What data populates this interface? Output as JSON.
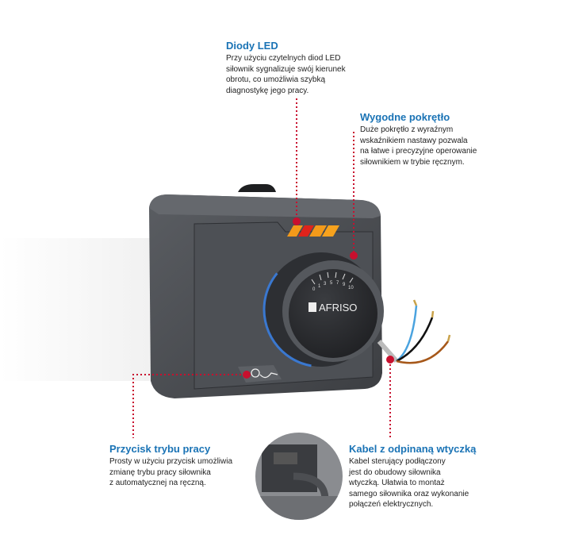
{
  "callouts": {
    "leds": {
      "title": "Diody LED",
      "lines": [
        "Przy użyciu czytelnych diod LED",
        "siłownik sygnalizuje swój kierunek",
        "obrotu, co umożliwia szybką",
        "diagnostykę jego pracy."
      ]
    },
    "knob": {
      "title": "Wygodne pokrętło",
      "lines": [
        "Duże pokrętło z wyraźnym",
        "wskaźnikiem nastawy pozwala",
        "na łatwe i precyzyjne operowanie",
        "siłownikiem w trybie ręcznym."
      ]
    },
    "mode_button": {
      "title": "Przycisk trybu pracy",
      "lines": [
        "Prosty w użyciu przycisk umożliwia",
        "zmianę trybu pracy siłownika",
        "z automatycznej na ręczną."
      ]
    },
    "cable": {
      "title": "Kabel z odpinaną wtyczką",
      "lines": [
        "Kabel sterujący podłączony",
        "jest do obudowy siłownika",
        "wtyczką. Ułatwia to montaż",
        "samego siłownika oraz wykonanie",
        "połączeń elektrycznych."
      ]
    }
  },
  "device": {
    "brand": "AFRISO",
    "dial_scale": [
      "0",
      "1",
      "3",
      "5",
      "7",
      "9",
      "10"
    ]
  },
  "colors": {
    "title": "#1a73b5",
    "marker": "#c8102e",
    "body": "#4a4d52"
  }
}
